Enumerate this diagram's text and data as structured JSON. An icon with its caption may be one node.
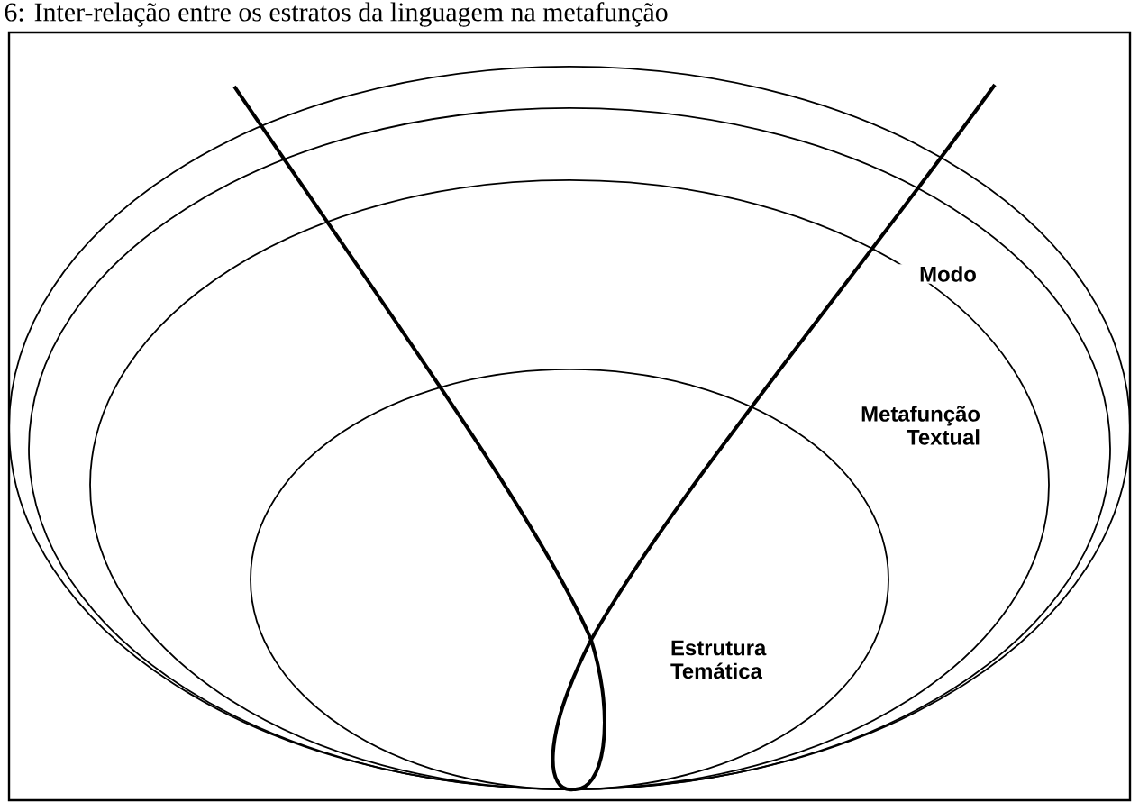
{
  "diagram": {
    "title": "6: Inter-relação entre os estratos da linguagem na metafunção",
    "labels": [
      "Modo",
      "Metafunção Textual",
      "Estrutura Temática"
    ]
  }
}
